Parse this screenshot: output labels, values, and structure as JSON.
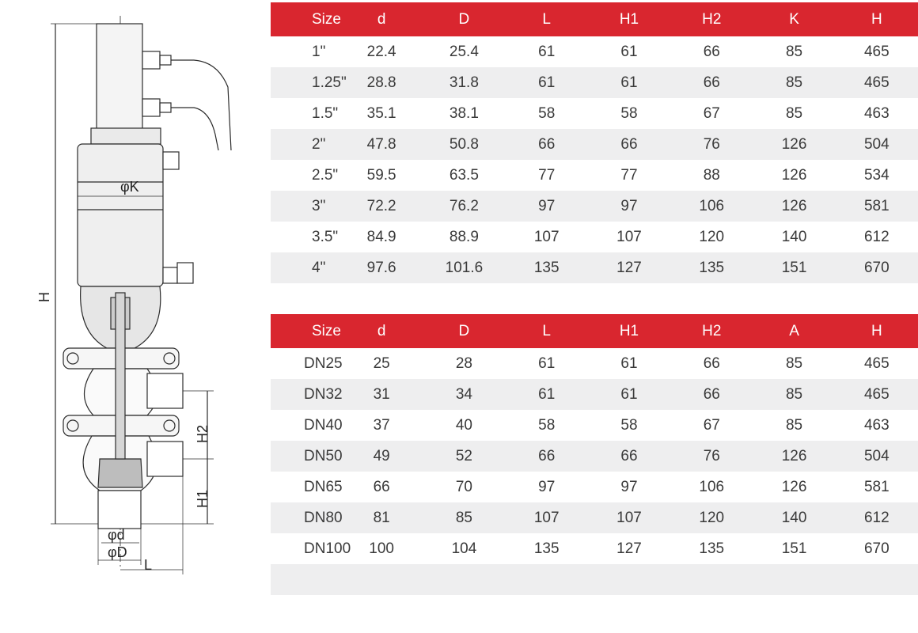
{
  "drawing": {
    "labels": {
      "H": "H",
      "K": "φK",
      "H2": "H2",
      "H1": "H1",
      "d": "φd",
      "D": "φD",
      "L": "L"
    }
  },
  "table_inch": {
    "headers": [
      "Size",
      "d",
      "D",
      "L",
      "H1",
      "H2",
      "K",
      "H"
    ],
    "rows": [
      [
        "1\"",
        "22.4",
        "25.4",
        "61",
        "61",
        "66",
        "85",
        "465"
      ],
      [
        "1.25\"",
        "28.8",
        "31.8",
        "61",
        "61",
        "66",
        "85",
        "465"
      ],
      [
        "1.5\"",
        "35.1",
        "38.1",
        "58",
        "58",
        "67",
        "85",
        "463"
      ],
      [
        "2\"",
        "47.8",
        "50.8",
        "66",
        "66",
        "76",
        "126",
        "504"
      ],
      [
        "2.5\"",
        "59.5",
        "63.5",
        "77",
        "77",
        "88",
        "126",
        "534"
      ],
      [
        "3\"",
        "72.2",
        "76.2",
        "97",
        "97",
        "106",
        "126",
        "581"
      ],
      [
        "3.5\"",
        "84.9",
        "88.9",
        "107",
        "107",
        "120",
        "140",
        "612"
      ],
      [
        "4\"",
        "97.6",
        "101.6",
        "135",
        "127",
        "135",
        "151",
        "670"
      ]
    ]
  },
  "table_dn": {
    "headers": [
      "Size",
      "d",
      "D",
      "L",
      "H1",
      "H2",
      "A",
      "H"
    ],
    "rows": [
      [
        "DN25",
        "25",
        "28",
        "61",
        "61",
        "66",
        "85",
        "465"
      ],
      [
        "DN32",
        "31",
        "34",
        "61",
        "61",
        "66",
        "85",
        "465"
      ],
      [
        "DN40",
        "37",
        "40",
        "58",
        "58",
        "67",
        "85",
        "463"
      ],
      [
        "DN50",
        "49",
        "52",
        "66",
        "66",
        "76",
        "126",
        "504"
      ],
      [
        "DN65",
        "66",
        "70",
        "97",
        "97",
        "106",
        "126",
        "581"
      ],
      [
        "DN80",
        "81",
        "85",
        "107",
        "107",
        "120",
        "140",
        "612"
      ],
      [
        "DN100",
        "100",
        "104",
        "135",
        "127",
        "135",
        "151",
        "670"
      ]
    ]
  }
}
